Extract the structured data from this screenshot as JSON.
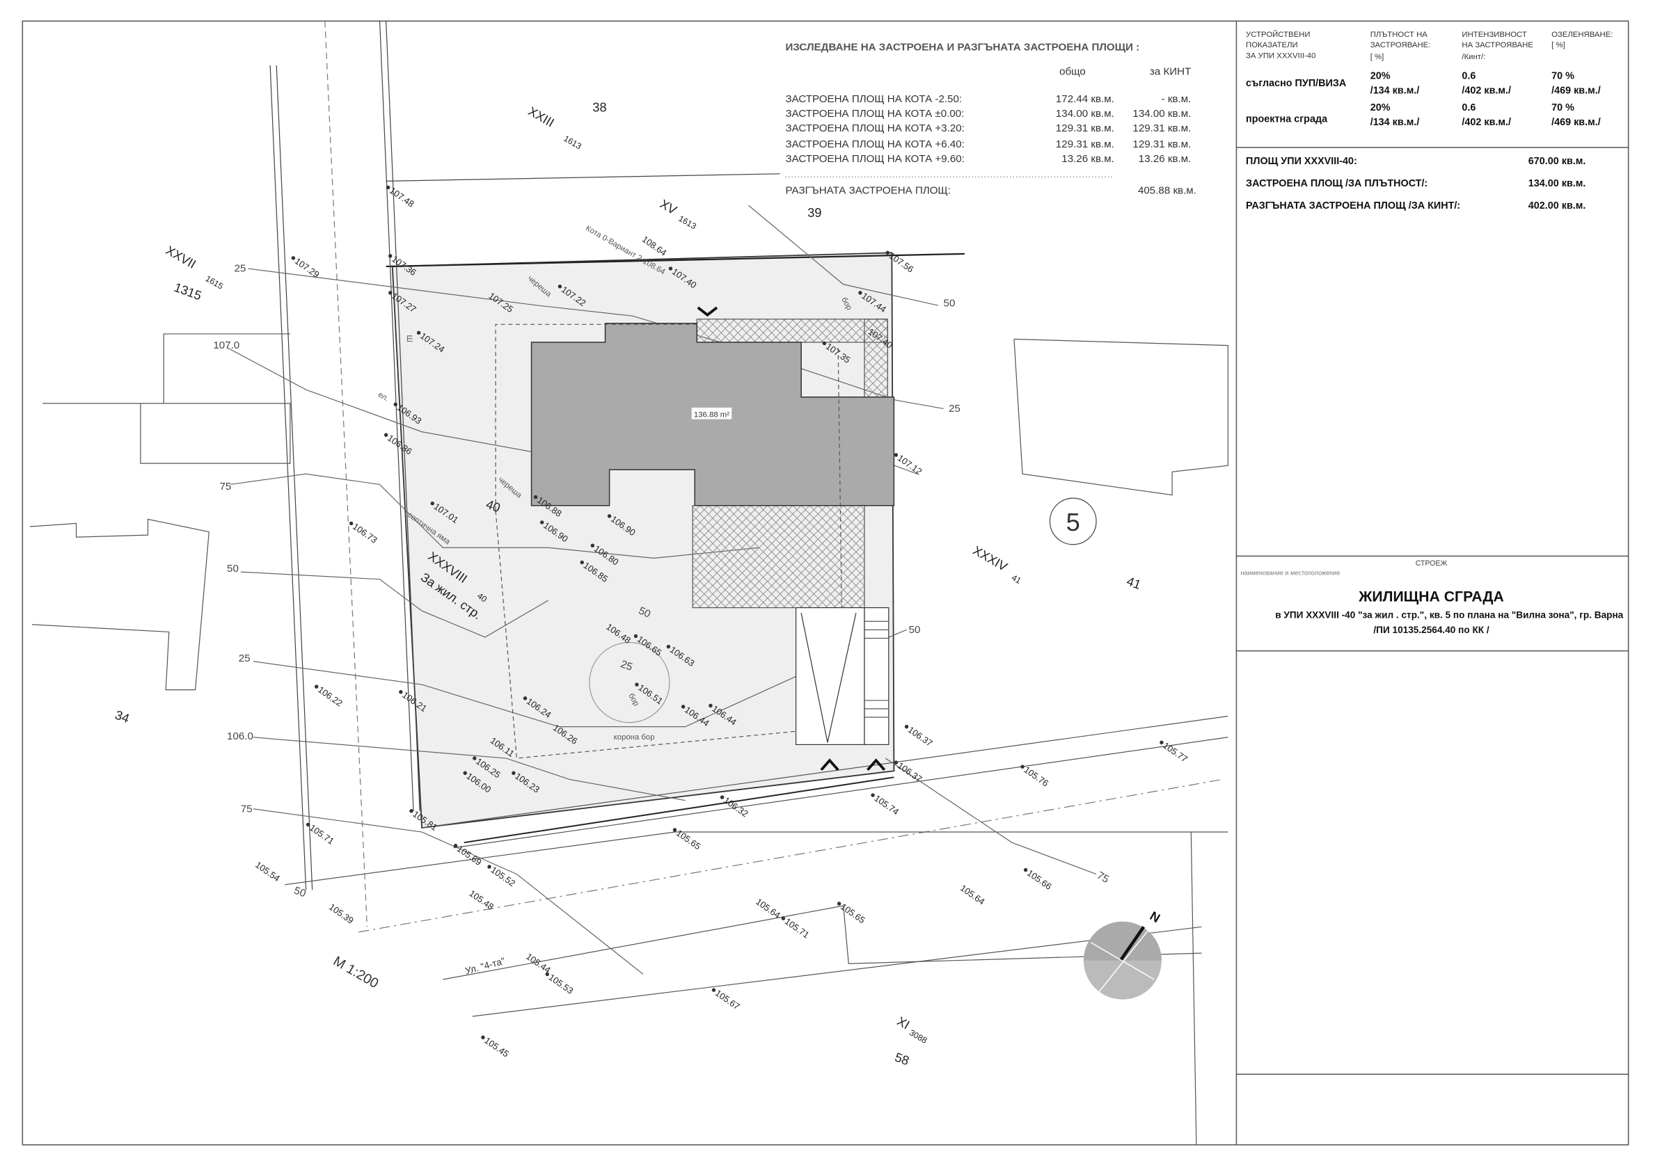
{
  "study": {
    "title": "ИЗСЛЕДВАНЕ НА ЗАСТРОЕНА И РАЗГЪНАТА ЗАСТРОЕНА ПЛОЩИ :",
    "col_total": "общо",
    "col_kint": "за КИНТ",
    "rows": [
      {
        "label": "ЗАСТРОЕНА ПЛОЩ НА КОТА -2.50:",
        "total": "172.44 кв.м.",
        "kint": "- кв.м."
      },
      {
        "label": "ЗАСТРОЕНА ПЛОЩ НА КОТА ±0.00:",
        "total": "134.00 кв.м.",
        "kint": "134.00 кв.м."
      },
      {
        "label": "ЗАСТРОЕНА ПЛОЩ НА КОТА +3.20:",
        "total": "129.31 кв.м.",
        "kint": "129.31 кв.м."
      },
      {
        "label": "ЗАСТРОЕНА ПЛОЩ НА КОТА +6.40:",
        "total": "129.31 кв.м.",
        "kint": "129.31 кв.м."
      },
      {
        "label": "ЗАСТРОЕНА ПЛОЩ НА КОТА +9.60:",
        "total": "13.26 кв.м.",
        "kint": "13.26 кв.м."
      }
    ],
    "sum_label": "РАЗГЪНАТА ЗАСТРОЕНА ПЛОЩ:",
    "sum_value": "405.88 кв.м."
  },
  "indicators": {
    "head": [
      "УСТРОЙСТВЕНИ",
      "ПОКАЗАТЕЛИ",
      "ЗА УПИ XXXVIII-40"
    ],
    "col1": [
      "ПЛЪТНОСТ НА",
      "ЗАСТРОЯВАНЕ:",
      "[ %]"
    ],
    "col2": [
      "ИНТЕНЗИВНОСТ",
      " НА ЗАСТРОЯВАНЕ",
      "/Кинт/:"
    ],
    "col3": [
      "ОЗЕЛЕНЯВАНЕ:",
      "[ %]"
    ],
    "rows": [
      {
        "label": "съгласно ПУП/ВИЗА",
        "v1": [
          "20%",
          "/134 кв.м./"
        ],
        "v2": [
          "0.6",
          "/402 кв.м./"
        ],
        "v3": [
          "70 %",
          "/469 кв.м./"
        ]
      },
      {
        "label": "проектна сграда",
        "v1": [
          "20%",
          "/134 кв.м./"
        ],
        "v2": [
          "0.6",
          "/402 кв.м./"
        ],
        "v3": [
          "70 %",
          "/469 кв.м./"
        ]
      }
    ]
  },
  "areas": [
    {
      "label": "ПЛОЩ УПИ XXXVIII-40:",
      "value": "670.00 кв.м."
    },
    {
      "label": "ЗАСТРОЕНА ПЛОЩ /ЗА ПЛЪТНОСТ/:",
      "value": "134.00 кв.м."
    },
    {
      "label": "РАЗГЪНАТА ЗАСТРОЕНА ПЛОЩ /ЗА КИНТ/:",
      "value": "402.00 кв.м."
    }
  ],
  "titleblock": {
    "section": "СТРОЕЖ",
    "caption": "наименование и местоположение",
    "name": "ЖИЛИЩНА СГРАДА",
    "location": "в УПИ XXXVIII -40 \"за жил . стр.\", кв. 5 по плана на \"Вилна зона\", гр. Варна",
    "cadastre": "/ПИ 10135.2564.40 по КК /"
  },
  "map": {
    "building_area": "136.88 m²",
    "scale": "М 1:200",
    "north": "N",
    "quarter": "5",
    "street": "Ул. \"4-та\"",
    "parcels": [
      "XXIII",
      "1613",
      "38",
      "XV",
      "1613",
      "39",
      "XXVII",
      "1615",
      "1315",
      "40",
      "XXXVIII",
      "40",
      "За жил. стр.",
      "XXXIV",
      "41",
      "41",
      "34",
      "XI",
      "3088",
      "58"
    ],
    "notes": [
      "Кота 0-Вариант 2-108.64",
      "череша",
      "бор",
      "Ш",
      "ел.",
      "септична яма",
      "череша",
      "бор",
      "корона бор"
    ],
    "contours": [
      "25",
      "107.0",
      "75",
      "50",
      "25",
      "106.0",
      "75",
      "50",
      "25",
      "50",
      "75",
      "50",
      "25",
      "50"
    ],
    "points": [
      "107.48",
      "107.36",
      "107.29",
      "107.27",
      "107.25",
      "107.22",
      "107.24",
      "108.64",
      "107.40",
      "107.56",
      "107.44",
      "107.40",
      "107.35",
      "107.12",
      "106.93",
      "106.86",
      "107.01",
      "106.88",
      "106.90",
      "106.90",
      "106.85",
      "106.80",
      "106.73",
      "106.48",
      "106.65",
      "106.63",
      "106.51",
      "106.44",
      "106.44",
      "106.24",
      "106.26",
      "106.22",
      "106.21",
      "106.11",
      "106.25",
      "106.00",
      "106.23",
      "106.37",
      "106.37",
      "106.32",
      "105.74",
      "105.76",
      "105.77",
      "105.81",
      "105.71",
      "105.54",
      "105.69",
      "105.52",
      "105.48",
      "105.65",
      "105.39",
      "105.64",
      "105.71",
      "105.65",
      "105.64",
      "105.66",
      "105.44",
      "105.53",
      "105.67",
      "105.45"
    ]
  }
}
